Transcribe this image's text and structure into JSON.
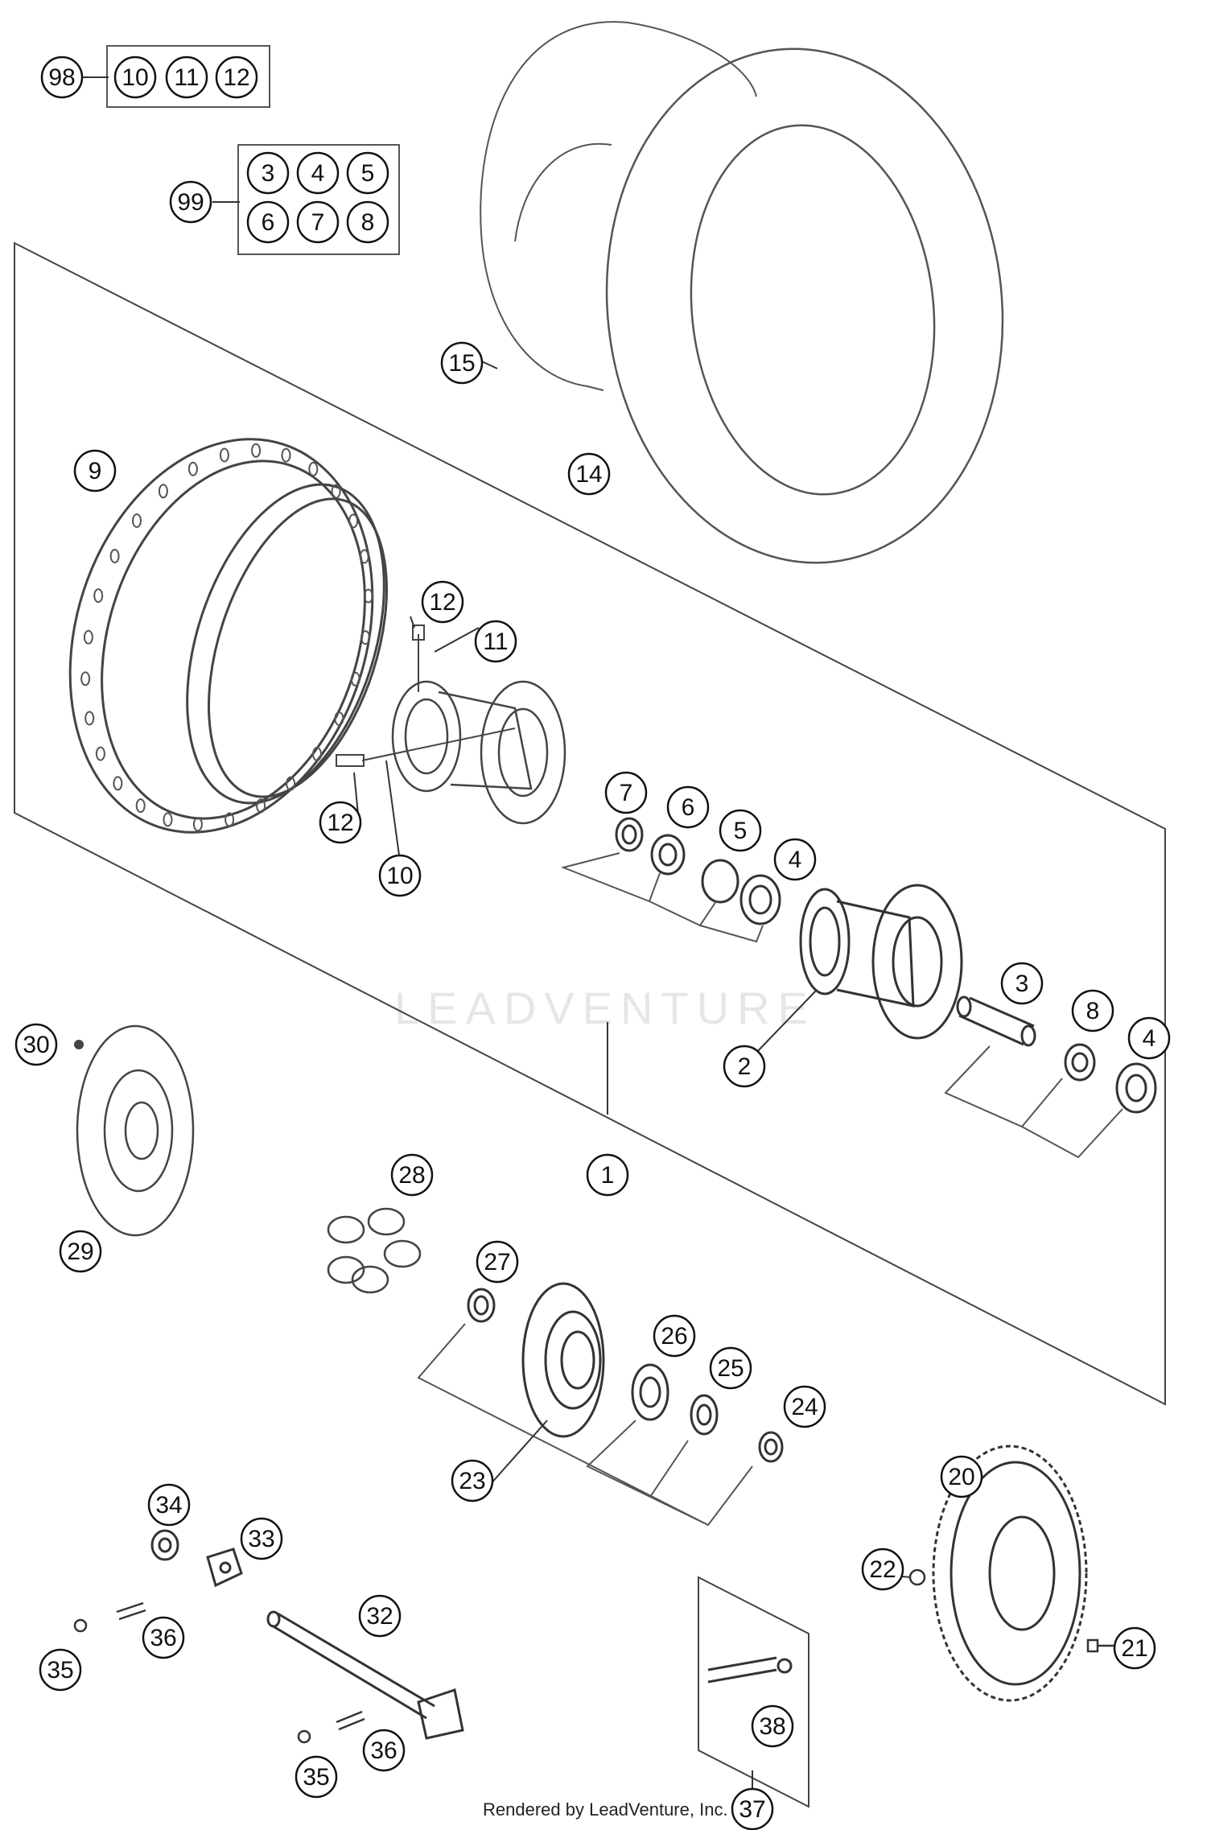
{
  "diagram": {
    "watermark_text": "LEADVENTURE",
    "credit_text": "Rendered by LeadVenture, Inc.",
    "callouts": [
      {
        "id": "c98",
        "label": "98"
      },
      {
        "id": "c10a",
        "label": "10"
      },
      {
        "id": "c11a",
        "label": "11"
      },
      {
        "id": "c12a",
        "label": "12"
      },
      {
        "id": "c99",
        "label": "99"
      },
      {
        "id": "c3a",
        "label": "3"
      },
      {
        "id": "c4a",
        "label": "4"
      },
      {
        "id": "c5a",
        "label": "5"
      },
      {
        "id": "c6a",
        "label": "6"
      },
      {
        "id": "c7a",
        "label": "7"
      },
      {
        "id": "c8a",
        "label": "8"
      },
      {
        "id": "c15",
        "label": "15"
      },
      {
        "id": "c14",
        "label": "14"
      },
      {
        "id": "c9",
        "label": "9"
      },
      {
        "id": "c12b",
        "label": "12"
      },
      {
        "id": "c11b",
        "label": "11"
      },
      {
        "id": "c12c",
        "label": "12"
      },
      {
        "id": "c10b",
        "label": "10"
      },
      {
        "id": "c7b",
        "label": "7"
      },
      {
        "id": "c6b",
        "label": "6"
      },
      {
        "id": "c5b",
        "label": "5"
      },
      {
        "id": "c4b",
        "label": "4"
      },
      {
        "id": "c3b",
        "label": "3"
      },
      {
        "id": "c8b",
        "label": "8"
      },
      {
        "id": "c4c",
        "label": "4"
      },
      {
        "id": "c2",
        "label": "2"
      },
      {
        "id": "c1",
        "label": "1"
      },
      {
        "id": "c30",
        "label": "30"
      },
      {
        "id": "c29",
        "label": "29"
      },
      {
        "id": "c28",
        "label": "28"
      },
      {
        "id": "c27",
        "label": "27"
      },
      {
        "id": "c26",
        "label": "26"
      },
      {
        "id": "c25",
        "label": "25"
      },
      {
        "id": "c24",
        "label": "24"
      },
      {
        "id": "c23",
        "label": "23"
      },
      {
        "id": "c20",
        "label": "20"
      },
      {
        "id": "c22",
        "label": "22"
      },
      {
        "id": "c21",
        "label": "21"
      },
      {
        "id": "c34",
        "label": "34"
      },
      {
        "id": "c33",
        "label": "33"
      },
      {
        "id": "c32",
        "label": "32"
      },
      {
        "id": "c35a",
        "label": "35"
      },
      {
        "id": "c36a",
        "label": "36"
      },
      {
        "id": "c35b",
        "label": "35"
      },
      {
        "id": "c36b",
        "label": "36"
      },
      {
        "id": "c38",
        "label": "38"
      },
      {
        "id": "c37",
        "label": "37"
      }
    ]
  }
}
